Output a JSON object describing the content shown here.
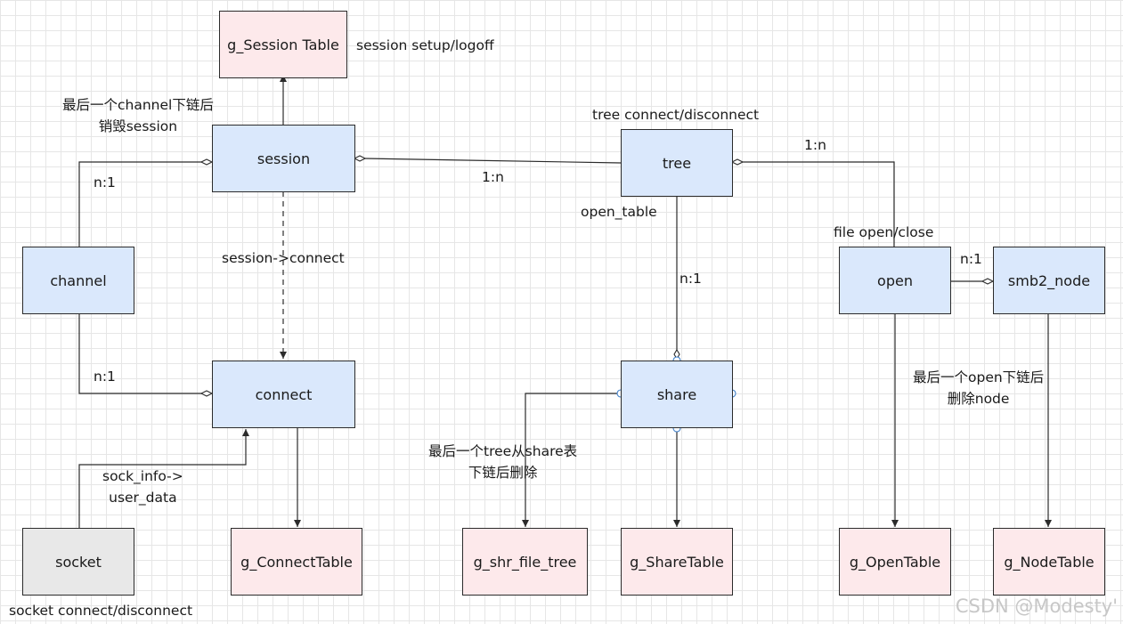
{
  "nodes": {
    "g_session_table": "g_Session Table",
    "session": "session",
    "tree": "tree",
    "channel": "channel",
    "open": "open",
    "smb2_node": "smb2_node",
    "connect": "connect",
    "share": "share",
    "socket": "socket",
    "g_connect_table": "g_ConnectTable",
    "g_shr_file_tree": "g_shr_file_tree",
    "g_share_table": "g_ShareTable",
    "g_open_table": "g_OpenTable",
    "g_node_table": "g_NodeTable"
  },
  "labels": {
    "session_setup": "session setup/logoff",
    "last_channel_1": "最后一个channel下链后",
    "last_channel_2": "销毁session",
    "tree_connect": "tree connect/disconnect",
    "tree_open_ratio": "1:n",
    "session_tree_ratio": "1:n",
    "channel_session_ratio": "n:1",
    "open_table": "open_table",
    "file_open_close": "file open/close",
    "open_node_ratio": "n:1",
    "session_connect": "session->connect",
    "tree_share_ratio": "n:1",
    "channel_connect_ratio": "n:1",
    "last_open_1": "最后一个open下链后",
    "last_open_2": "删除node",
    "last_tree_1": "最后一个tree从share表",
    "last_tree_2": "下链后删除",
    "sock_info_1": "sock_info->",
    "sock_info_2": "user_data",
    "socket_connect": "socket connect/disconnect"
  },
  "watermark": "CSDN @Modesty'",
  "colors": {
    "entity_fill": "#dae8fc",
    "table_fill": "#fde9eb",
    "socket_fill": "#e8e8e8",
    "line": "#2b2b2b"
  }
}
